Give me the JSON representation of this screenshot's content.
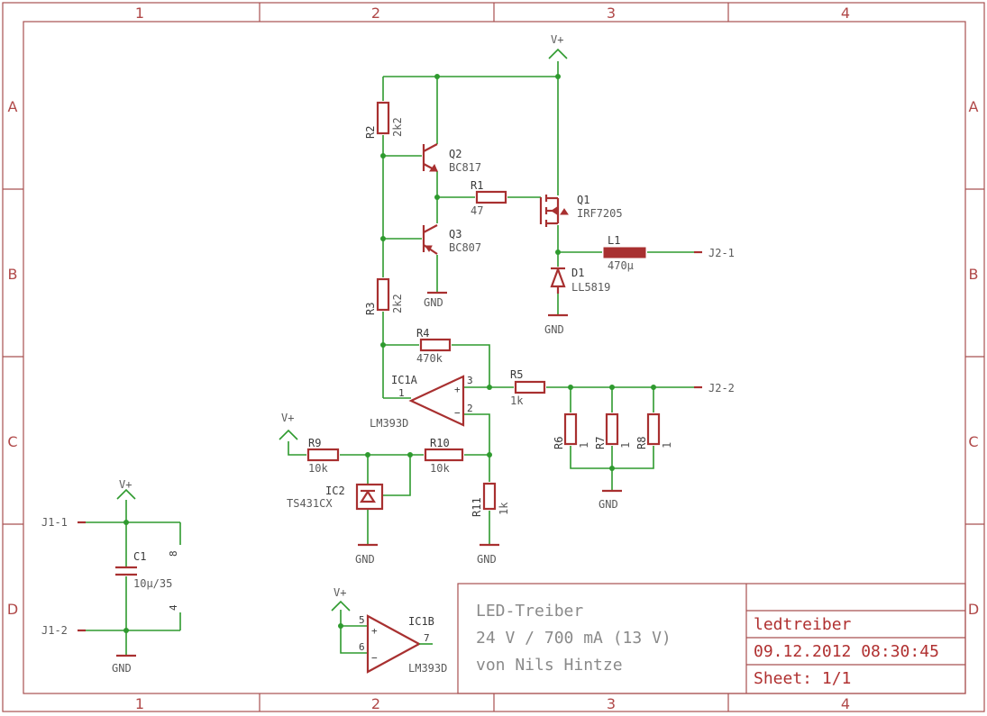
{
  "frame": {
    "columns": [
      "1",
      "2",
      "3",
      "4"
    ],
    "rows": [
      "A",
      "B",
      "C",
      "D"
    ]
  },
  "title_block": {
    "title": "LED-Treiber",
    "specs": "24 V / 700 mA (13 V)",
    "author": "von Nils Hintze",
    "drawing_name": "ledtreiber",
    "datetime": "09.12.2012 08:30:45",
    "sheet": "Sheet: 1/1"
  },
  "supply": {
    "vplus": "V+",
    "gnd": "GND"
  },
  "components": {
    "R1": {
      "ref": "R1",
      "value": "47"
    },
    "R2": {
      "ref": "R2",
      "value": "2k2"
    },
    "R3": {
      "ref": "R3",
      "value": "2k2"
    },
    "R4": {
      "ref": "R4",
      "value": "470k"
    },
    "R5": {
      "ref": "R5",
      "value": "1k"
    },
    "R6": {
      "ref": "R6",
      "value": "1"
    },
    "R7": {
      "ref": "R7",
      "value": "1"
    },
    "R8": {
      "ref": "R8",
      "value": "1"
    },
    "R9": {
      "ref": "R9",
      "value": "10k"
    },
    "R10": {
      "ref": "R10",
      "value": "10k"
    },
    "R11": {
      "ref": "R11",
      "value": "1k"
    },
    "Q1": {
      "ref": "Q1",
      "value": "IRF7205"
    },
    "Q2": {
      "ref": "Q2",
      "value": "BC817"
    },
    "Q3": {
      "ref": "Q3",
      "value": "BC807"
    },
    "L1": {
      "ref": "L1",
      "value": "470µ"
    },
    "D1": {
      "ref": "D1",
      "value": "LL5819"
    },
    "C1": {
      "ref": "C1",
      "value": "10µ/35"
    },
    "IC1A": {
      "ref": "IC1A",
      "value": "LM393D"
    },
    "IC1B": {
      "ref": "IC1B",
      "value": "LM393D"
    },
    "IC2": {
      "ref": "IC2",
      "value": "TS431CX"
    }
  },
  "connectors": {
    "J1_1": "J1-1",
    "J1_2": "J1-2",
    "J2_1": "J2-1",
    "J2_2": "J2-2"
  },
  "pins": {
    "ic1a_out": "1",
    "ic1a_plus": "3",
    "ic1a_minus": "2",
    "ic1b_plus": "5",
    "ic1b_minus": "6",
    "ic1b_out": "7",
    "pwr_8": "8",
    "pwr_4": "4",
    "plus_sign": "+",
    "minus_sign": "−"
  }
}
